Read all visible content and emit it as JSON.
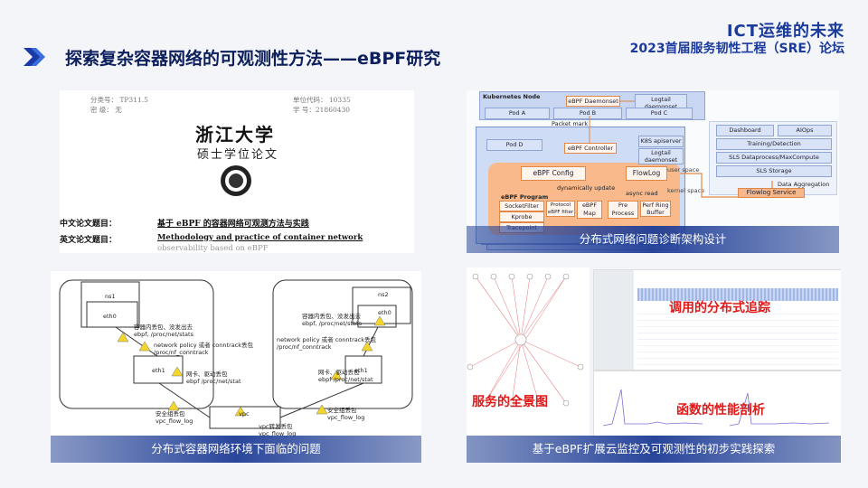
{
  "header": {
    "title": "探索复杂容器网络的可观测性方法——eBPF研究",
    "brand_line1": "ICT运维的未来",
    "brand_line2": "2023首届服务韧性工程（SRE）论坛"
  },
  "panels": {
    "thesis": {
      "lines": [
        "分类号： TP311.5",
        "单位代码： 10335",
        "密    级：  无",
        "学    号：21860430"
      ],
      "university": "浙江大学",
      "degree": "硕士学位论文",
      "cn_label": "中文论文题目：",
      "cn_title": "基于 eBPF 的容器网络可观测方法与实践",
      "en_label": "英文论文题目：",
      "en_title_1": "Methodology and practice of container network",
      "en_title_2": "observability based on eBPF"
    },
    "architecture": {
      "caption": "分布式网络问题诊断架构设计",
      "k8s_node": "Kubernetes Node",
      "ebpf_daemonset": "eBPF Daemonset",
      "logtail": "Logtail daemonset",
      "pod_a": "Pod A",
      "pod_b": "Pod B",
      "pod_c": "Pod C",
      "packet_mark": "Packet mark",
      "pod_d": "Pod D",
      "ebpf_controller": "eBPF Controller",
      "k8s_api": "K8S apiserver",
      "logtail2": "Logtail daemonset",
      "ebpf_config": "eBPF Config",
      "flowlog": "FlowLog",
      "user_space": "user space",
      "kernel_space": "kernel space",
      "dyn_update": "dynamically update",
      "async_read": "async read",
      "ebpf_program": "eBPF Program",
      "socket_filter": "SocketFilter",
      "kprobe": "Kprobe",
      "tracepoint": "Tracepoint",
      "protocol": "Protocol eBPF filter",
      "ebpf_map": "eBPF Map",
      "pre_process": "Pre Process",
      "perf_ring": "Perf Ring Buffer",
      "dashboard": "Dashboard",
      "aiops": "AIOps",
      "training": "Training/Detection",
      "sls_dp": "SLS Dataprocess/MaxCompute",
      "sls_storage": "SLS Storage",
      "data_agg": "Data Aggregation",
      "flowlog_service": "Flowlog Service"
    },
    "network": {
      "caption": "分布式容器网络环境下面临的问题",
      "ns1": "ns1",
      "ns2": "ns2",
      "eth0_left": "eth0",
      "eth0_right": "eth0",
      "eth1_left": "eth1",
      "eth1_right": "eth1",
      "vpc": "vpc",
      "left_note1": "容器内丢包、没发出去\nebpf, /proc/net/stats",
      "left_note2": "network policy 或者 conntrack丢包\n/proc/nf_conntrack",
      "left_note3": "网卡、驱动丢包\nebpf /proc/net/stat",
      "left_note4": "安全组丢包\nvpc_flow_log",
      "right_note1": "容器内丢包、没发出去\nebpf, /proc/net/stats",
      "right_note2": "network policy 或者 conntrack丢包\n/proc/nf_conntrack",
      "right_note3": "网卡、驱动丢包\nebpf /proc/net/stat",
      "right_note4": "安全组丢包\nvpc_flow_log",
      "vpc_note": "vpc转发丢包\nvpc_flow_log"
    },
    "practice": {
      "caption": "基于eBPF扩展云监控及可观测性的初步实践探索",
      "tracing": "调用的分布式追踪",
      "service_map": "服务的全景图",
      "profiling": "函数的性能剖析"
    }
  },
  "colors": {
    "title": "#0d1f5c",
    "brand": "#1a3a9c",
    "accent_red": "#e01818",
    "caption_bg": "#2a4aa0"
  }
}
